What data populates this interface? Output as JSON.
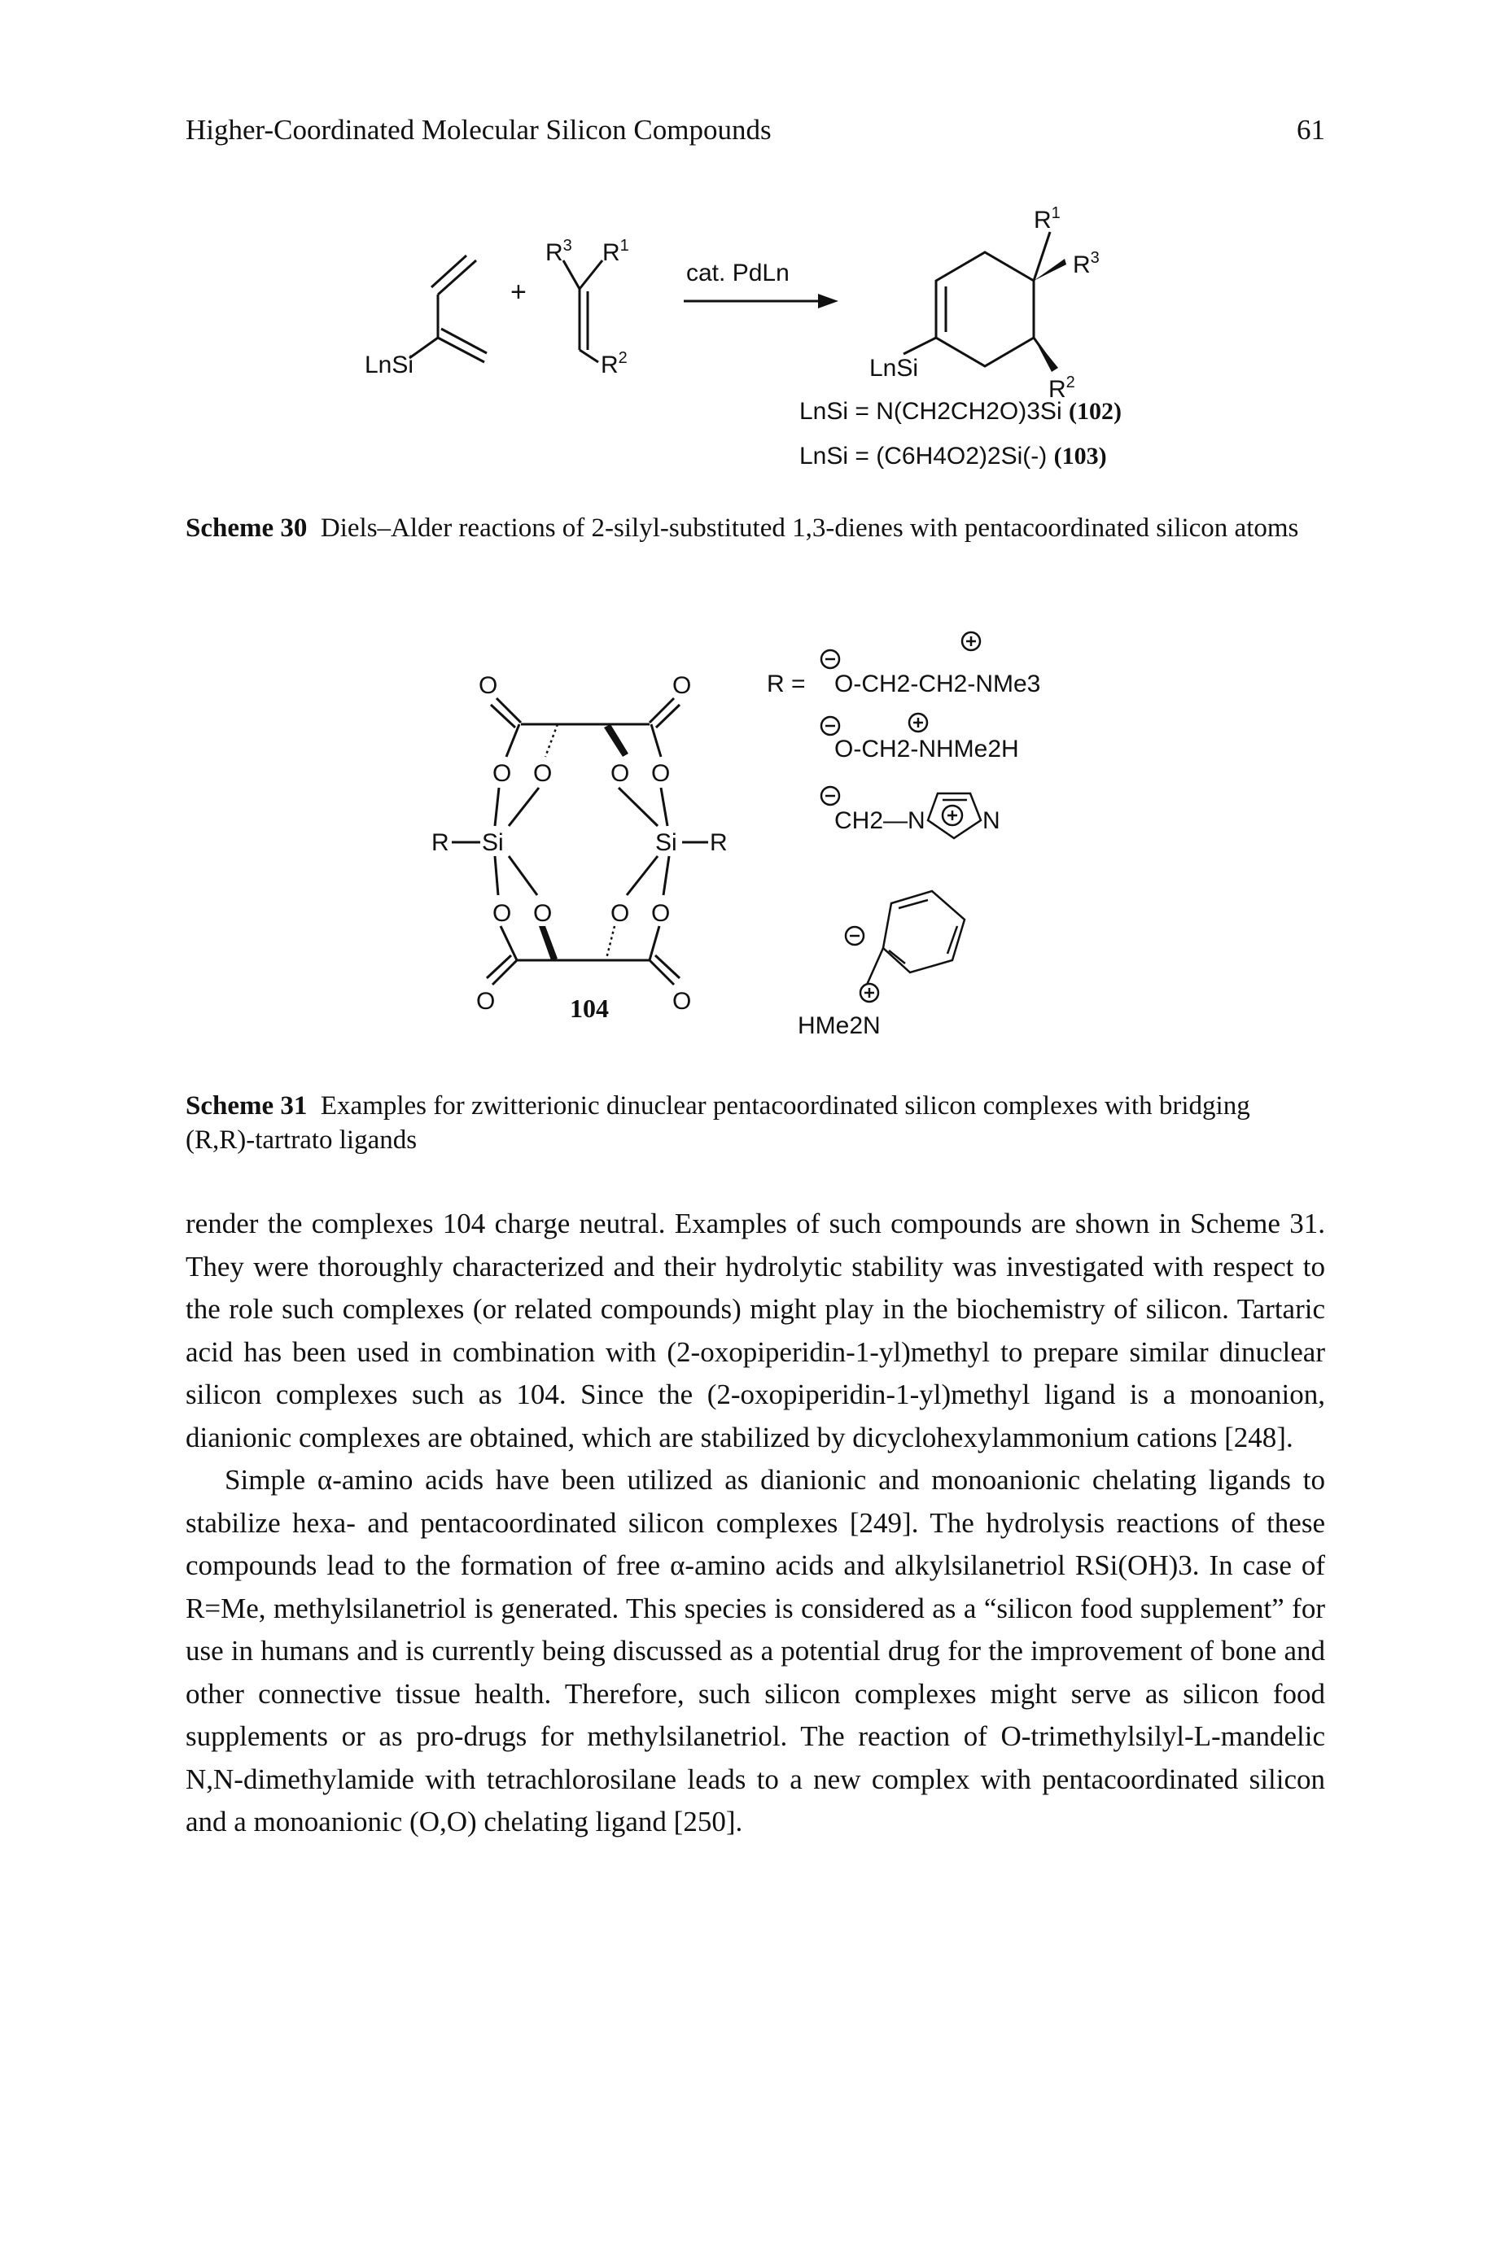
{
  "page": {
    "running_title": "Higher-Coordinated Molecular Silicon Compounds",
    "page_number": "61"
  },
  "scheme30": {
    "reagent": "cat. PdLn",
    "diene_label": "LnSi",
    "product_label": "LnSi",
    "plus": "+",
    "substituents": {
      "r1": "R",
      "r1sup": "1",
      "r2": "R",
      "r2sup": "2",
      "r3": "R",
      "r3sup": "3"
    },
    "defs": [
      {
        "text": "LnSi = N(CH2CH2O)3Si",
        "ref": "(102)"
      },
      {
        "text": "LnSi = (C6H4O2)2Si(-)",
        "ref": "(103)"
      }
    ],
    "caption_label": "Scheme 30",
    "caption_text": "Diels–Alder reactions of 2-silyl-substituted 1,3-dienes with pentacoordinated silicon atoms"
  },
  "scheme31": {
    "compound_number": "104",
    "r_label": "R =",
    "r_groups": [
      "O-CH2-CH2-NMe3",
      "O-CH2-NHMe2H",
      "CH2—N",
      "HMe2N"
    ],
    "atom_O": "O",
    "atom_Si": "Si",
    "atom_R": "R",
    "atom_N": "N",
    "caption_label": "Scheme 31",
    "caption_text": "Examples for zwitterionic dinuclear pentacoordinated silicon complexes with bridging (R,R)-tartrato ligands"
  },
  "body": {
    "p1": "render the complexes 104 charge neutral. Examples of such compounds are shown in Scheme 31. They were thoroughly characterized and their hydrolytic stability was investigated with respect to the role such complexes (or related compounds) might play in the biochemistry of silicon. Tartaric acid has been used in combination with (2-oxopiperidin-1-yl)methyl to prepare similar dinuclear silicon complexes such as 104. Since the (2-oxopiperidin-1-yl)methyl ligand is a monoanion, dianionic complexes are obtained, which are stabilized by dicyclohexylammonium cations [248].",
    "p2": "Simple α-amino acids have been utilized as dianionic and monoanionic chelating ligands to stabilize hexa- and pentacoordinated silicon complexes [249]. The hydrolysis reactions of these compounds lead to the formation of free α-amino acids and alkylsilanetriol RSi(OH)3. In case of R=Me, methylsilanetriol is generated. This species is considered as a “silicon food supplement” for use in humans and is currently being discussed as a potential drug for the improvement of bone and other connective tissue health. Therefore, such silicon complexes might serve as silicon food supplements or as pro-drugs for methylsilanetriol. The reaction of O-trimethylsilyl-L-mandelic N,N-dimethylamide with tetrachlorosilane leads to a new complex with pentacoordinated silicon and a monoanionic (O,O) chelating ligand [250]."
  }
}
